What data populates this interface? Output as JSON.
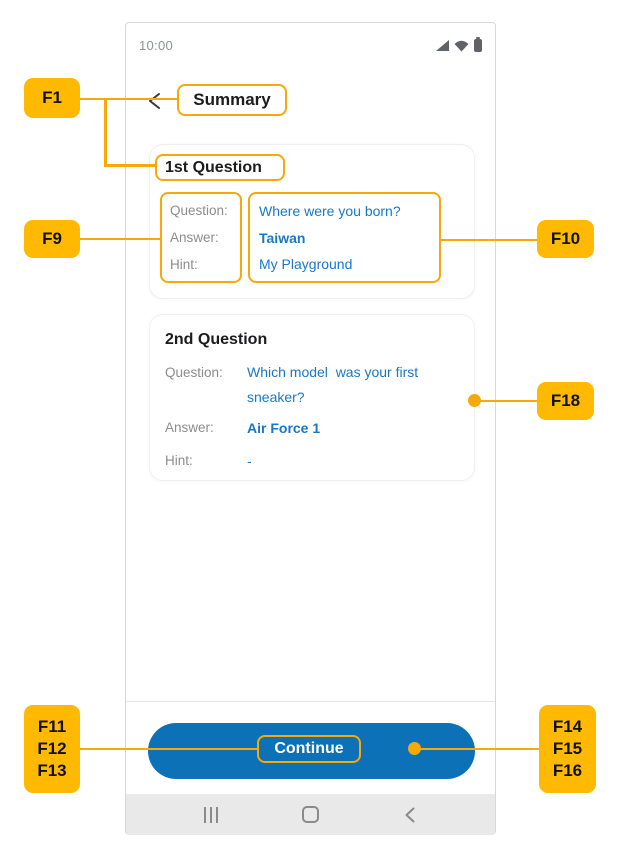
{
  "colors": {
    "annotation_label_bg": "#FFB900",
    "annotation_line": "#F7A80B",
    "primary_button_blue": "#0D71B8",
    "value_text_blue": "#1878C8",
    "muted_label_gray": "#8C8C8C",
    "nav_bar_gray": "#E9E9E9"
  },
  "annotations": {
    "f1": "F1",
    "f9": "F9",
    "f10": "F10",
    "f18": "F18",
    "f11": "F11",
    "f12": "F12",
    "f13": "F13",
    "f14": "F14",
    "f15": "F15",
    "f16": "F16"
  },
  "status_bar": {
    "time": "10:00",
    "icons": [
      "signal-icon",
      "wifi-icon",
      "battery-icon"
    ]
  },
  "header": {
    "back_icon": "back-arrow-icon",
    "title": "Summary"
  },
  "cards": [
    {
      "title": "1st Question",
      "rows": [
        {
          "label": "Question:",
          "value": "Where were you born?"
        },
        {
          "label": "Answer:",
          "value": "Taiwan"
        },
        {
          "label": "Hint:",
          "value": "My Playground"
        }
      ]
    },
    {
      "title": "2nd Question",
      "rows": [
        {
          "label": "Question:",
          "value": "Which model  was your first sneaker?"
        },
        {
          "label": "Answer:",
          "value": "Air Force 1"
        },
        {
          "label": "Hint:",
          "value": "-"
        }
      ]
    }
  ],
  "footer": {
    "continue_label": "Continue"
  },
  "nav_bar": {
    "icons": [
      "recents-icon",
      "home-icon",
      "back-icon"
    ]
  }
}
